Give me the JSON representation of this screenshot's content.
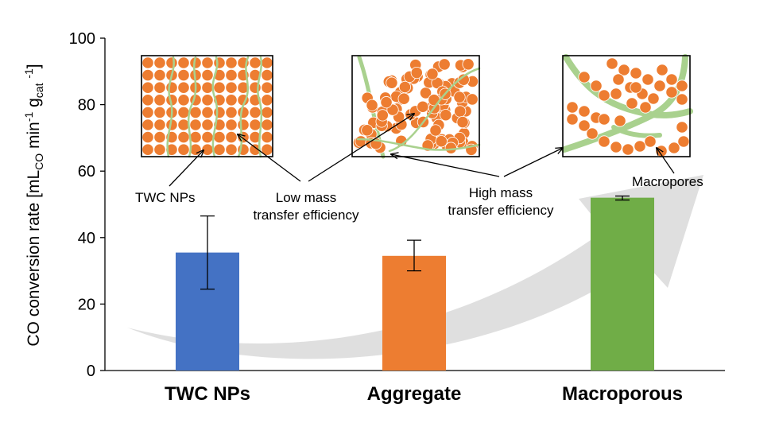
{
  "chart_data": {
    "type": "bar",
    "categories": [
      "TWC NPs",
      "Aggregate",
      "Macroporous"
    ],
    "values": [
      35.5,
      34.5,
      52.0
    ],
    "error_low": [
      24.5,
      30.0,
      51.3
    ],
    "error_high": [
      46.5,
      39.2,
      52.5
    ],
    "colors": [
      "#4472C4",
      "#ED7D31",
      "#70AD47"
    ],
    "ylabel_parts": {
      "prefix": "CO conversion rate [mL",
      "sub1": "CO",
      "mid1": " min",
      "sup1": "-1",
      "mid2": " g",
      "sub2": "cat",
      "sup2": "-1",
      "suffix": "]"
    },
    "ylim": [
      0,
      100
    ],
    "yticks": [
      0,
      20,
      40,
      60,
      80,
      100
    ],
    "grid": false,
    "annotations": {
      "twc_nps": "TWC NPs",
      "low_mass_line1": "Low mass",
      "low_mass_line2": "transfer efficiency",
      "high_mass_line1": "High mass",
      "high_mass_line2": "transfer efficiency",
      "macropores": "Macropores"
    }
  },
  "colors": {
    "particle": "#ED7D31",
    "particle_stroke": "#ffffff",
    "channel": "#A9D18E",
    "arrow": "#D9D9D9"
  }
}
